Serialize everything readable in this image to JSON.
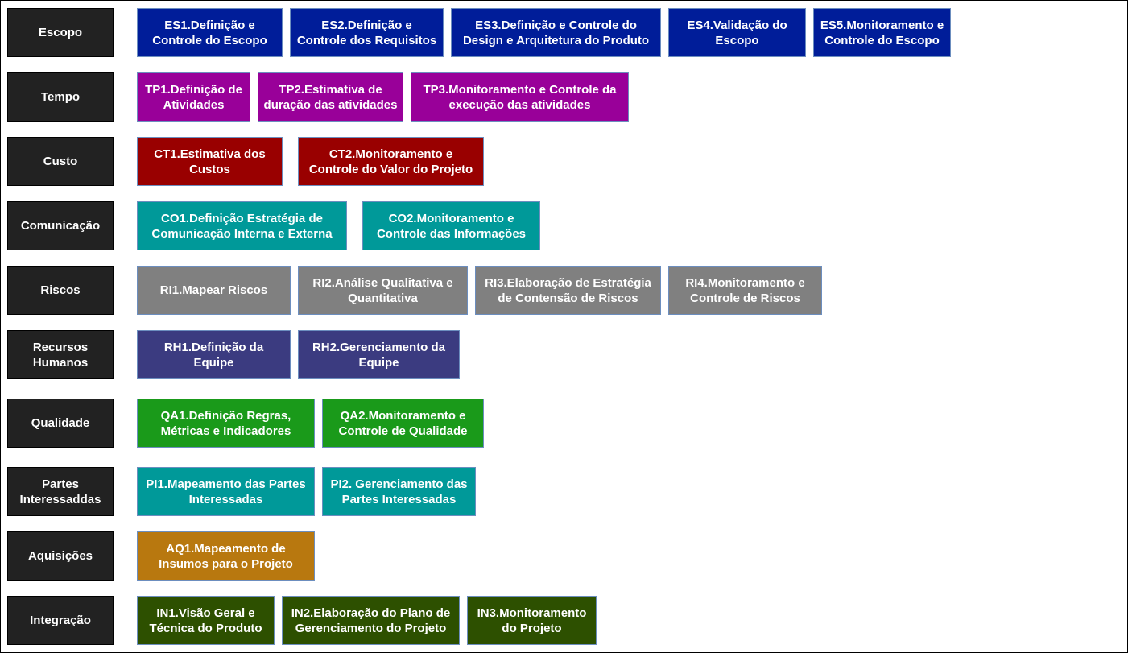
{
  "rows": [
    {
      "category": "Escopo",
      "color": "#001d99",
      "items": [
        "ES1.Definição e Controle do Escopo",
        "ES2.Definição e Controle dos Requisitos",
        "ES3.Definição e Controle do Design e Arquitetura do Produto",
        "ES4.Validação do Escopo",
        "ES5.Monitoramento e Controle do Escopo"
      ]
    },
    {
      "category": "Tempo",
      "color": "#990099",
      "items": [
        "TP1.Definição de Atividades",
        "TP2.Estimativa de duração das atividades",
        "TP3.Monitoramento e Controle da execução das atividades"
      ]
    },
    {
      "category": "Custo",
      "color": "#990000",
      "items": [
        "CT1.Estimativa dos Custos",
        "CT2.Monitoramento e Controle do Valor do Projeto"
      ]
    },
    {
      "category": "Comunicação",
      "color": "#009999",
      "items": [
        "CO1.Definição Estratégia de Comunicação Interna e Externa",
        "CO2.Monitoramento e Controle das Informações"
      ]
    },
    {
      "category": "Riscos",
      "color": "#808080",
      "items": [
        "RI1.Mapear Riscos",
        "RI2.Análise Qualitativa e Quantitativa",
        "RI3.Elaboração de Estratégia de Contensão de Riscos",
        "RI4.Monitoramento e Controle de Riscos"
      ]
    },
    {
      "category": "Recursos Humanos",
      "color": "#3b3b80",
      "items": [
        "RH1.Definição da Equipe",
        "RH2.Gerenciamento da Equipe"
      ]
    },
    {
      "category": "Qualidade",
      "color": "#1a9a1a",
      "items": [
        "QA1.Definição Regras, Métricas e Indicadores",
        "QA2.Monitoramento e Controle de Qualidade"
      ]
    },
    {
      "category": "Partes Interessaddas",
      "color": "#009999",
      "items": [
        "PI1.Mapeamento das Partes Interessadas",
        "PI2. Gerenciamento das Partes Interessadas"
      ]
    },
    {
      "category": "Aquisições",
      "color": "#b8780f",
      "items": [
        "AQ1.Mapeamento de Insumos para o Projeto"
      ]
    },
    {
      "category": "Integração",
      "color": "#2d5000",
      "items": [
        "IN1.Visão Geral e Técnica do Produto",
        "IN2.Elaboração do Plano de Gerenciamento do Projeto",
        "IN3.Monitoramento do Projeto"
      ]
    }
  ]
}
